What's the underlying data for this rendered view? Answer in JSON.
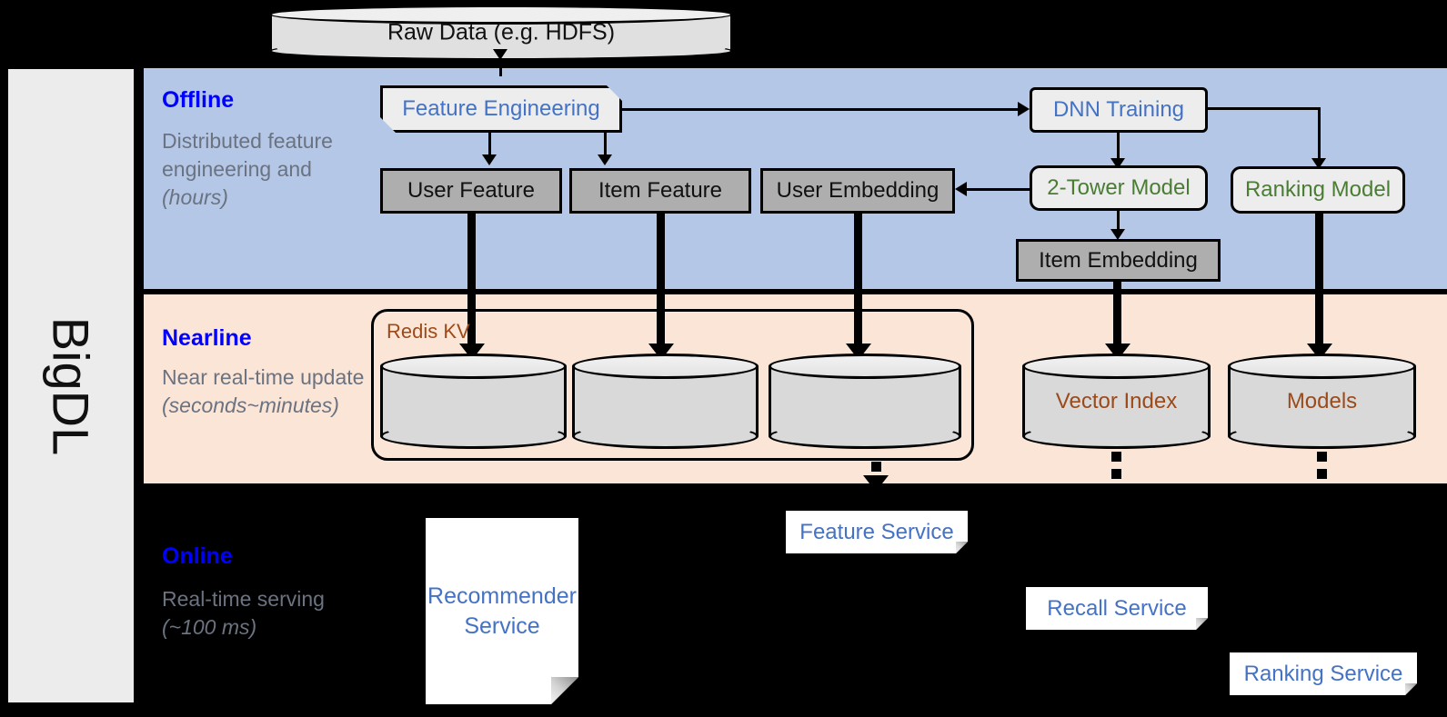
{
  "rail": {
    "label": "BigDL"
  },
  "source": {
    "label": "Raw Data (e.g. HDFS)"
  },
  "bands": {
    "offline": {
      "title": "Offline",
      "subtitle": "Distributed feature engineering and ",
      "subtitle_em": "(hours)",
      "color": "#b4c7e7"
    },
    "nearline": {
      "title": "Nearline",
      "subtitle": "Near real-time update ",
      "subtitle_em": "(seconds~minutes)",
      "color": "#fbe5d6"
    },
    "online": {
      "title": "Online",
      "subtitle": "Real-time serving ",
      "subtitle_em": "(~100 ms)",
      "color": "#000000"
    }
  },
  "offline": {
    "feature_engineering": "Feature Engineering",
    "dnn_training": "DNN Training",
    "user_feature": "User Feature",
    "item_feature": "Item Feature",
    "user_embedding": "User Embedding",
    "two_tower_model": "2-Tower Model",
    "ranking_model": "Ranking Model",
    "item_embedding": "Item Embedding"
  },
  "nearline": {
    "redis_label": "Redis KV",
    "store_1": "",
    "store_2": "",
    "store_3": "",
    "vector_index": "Vector Index",
    "models": "Models"
  },
  "online": {
    "recommender_service": "Recommender Service",
    "feature_service": "Feature Service",
    "recall_service": "Recall Service",
    "ranking_service": "Ranking Service"
  },
  "colors": {
    "heading_blue": "#0000ff",
    "label_blue": "#4472c4",
    "model_green": "#4a7d33",
    "store_brown": "#9c4a19",
    "subtitle_gray": "#6b7280",
    "gray_box": "#aeaeae"
  }
}
